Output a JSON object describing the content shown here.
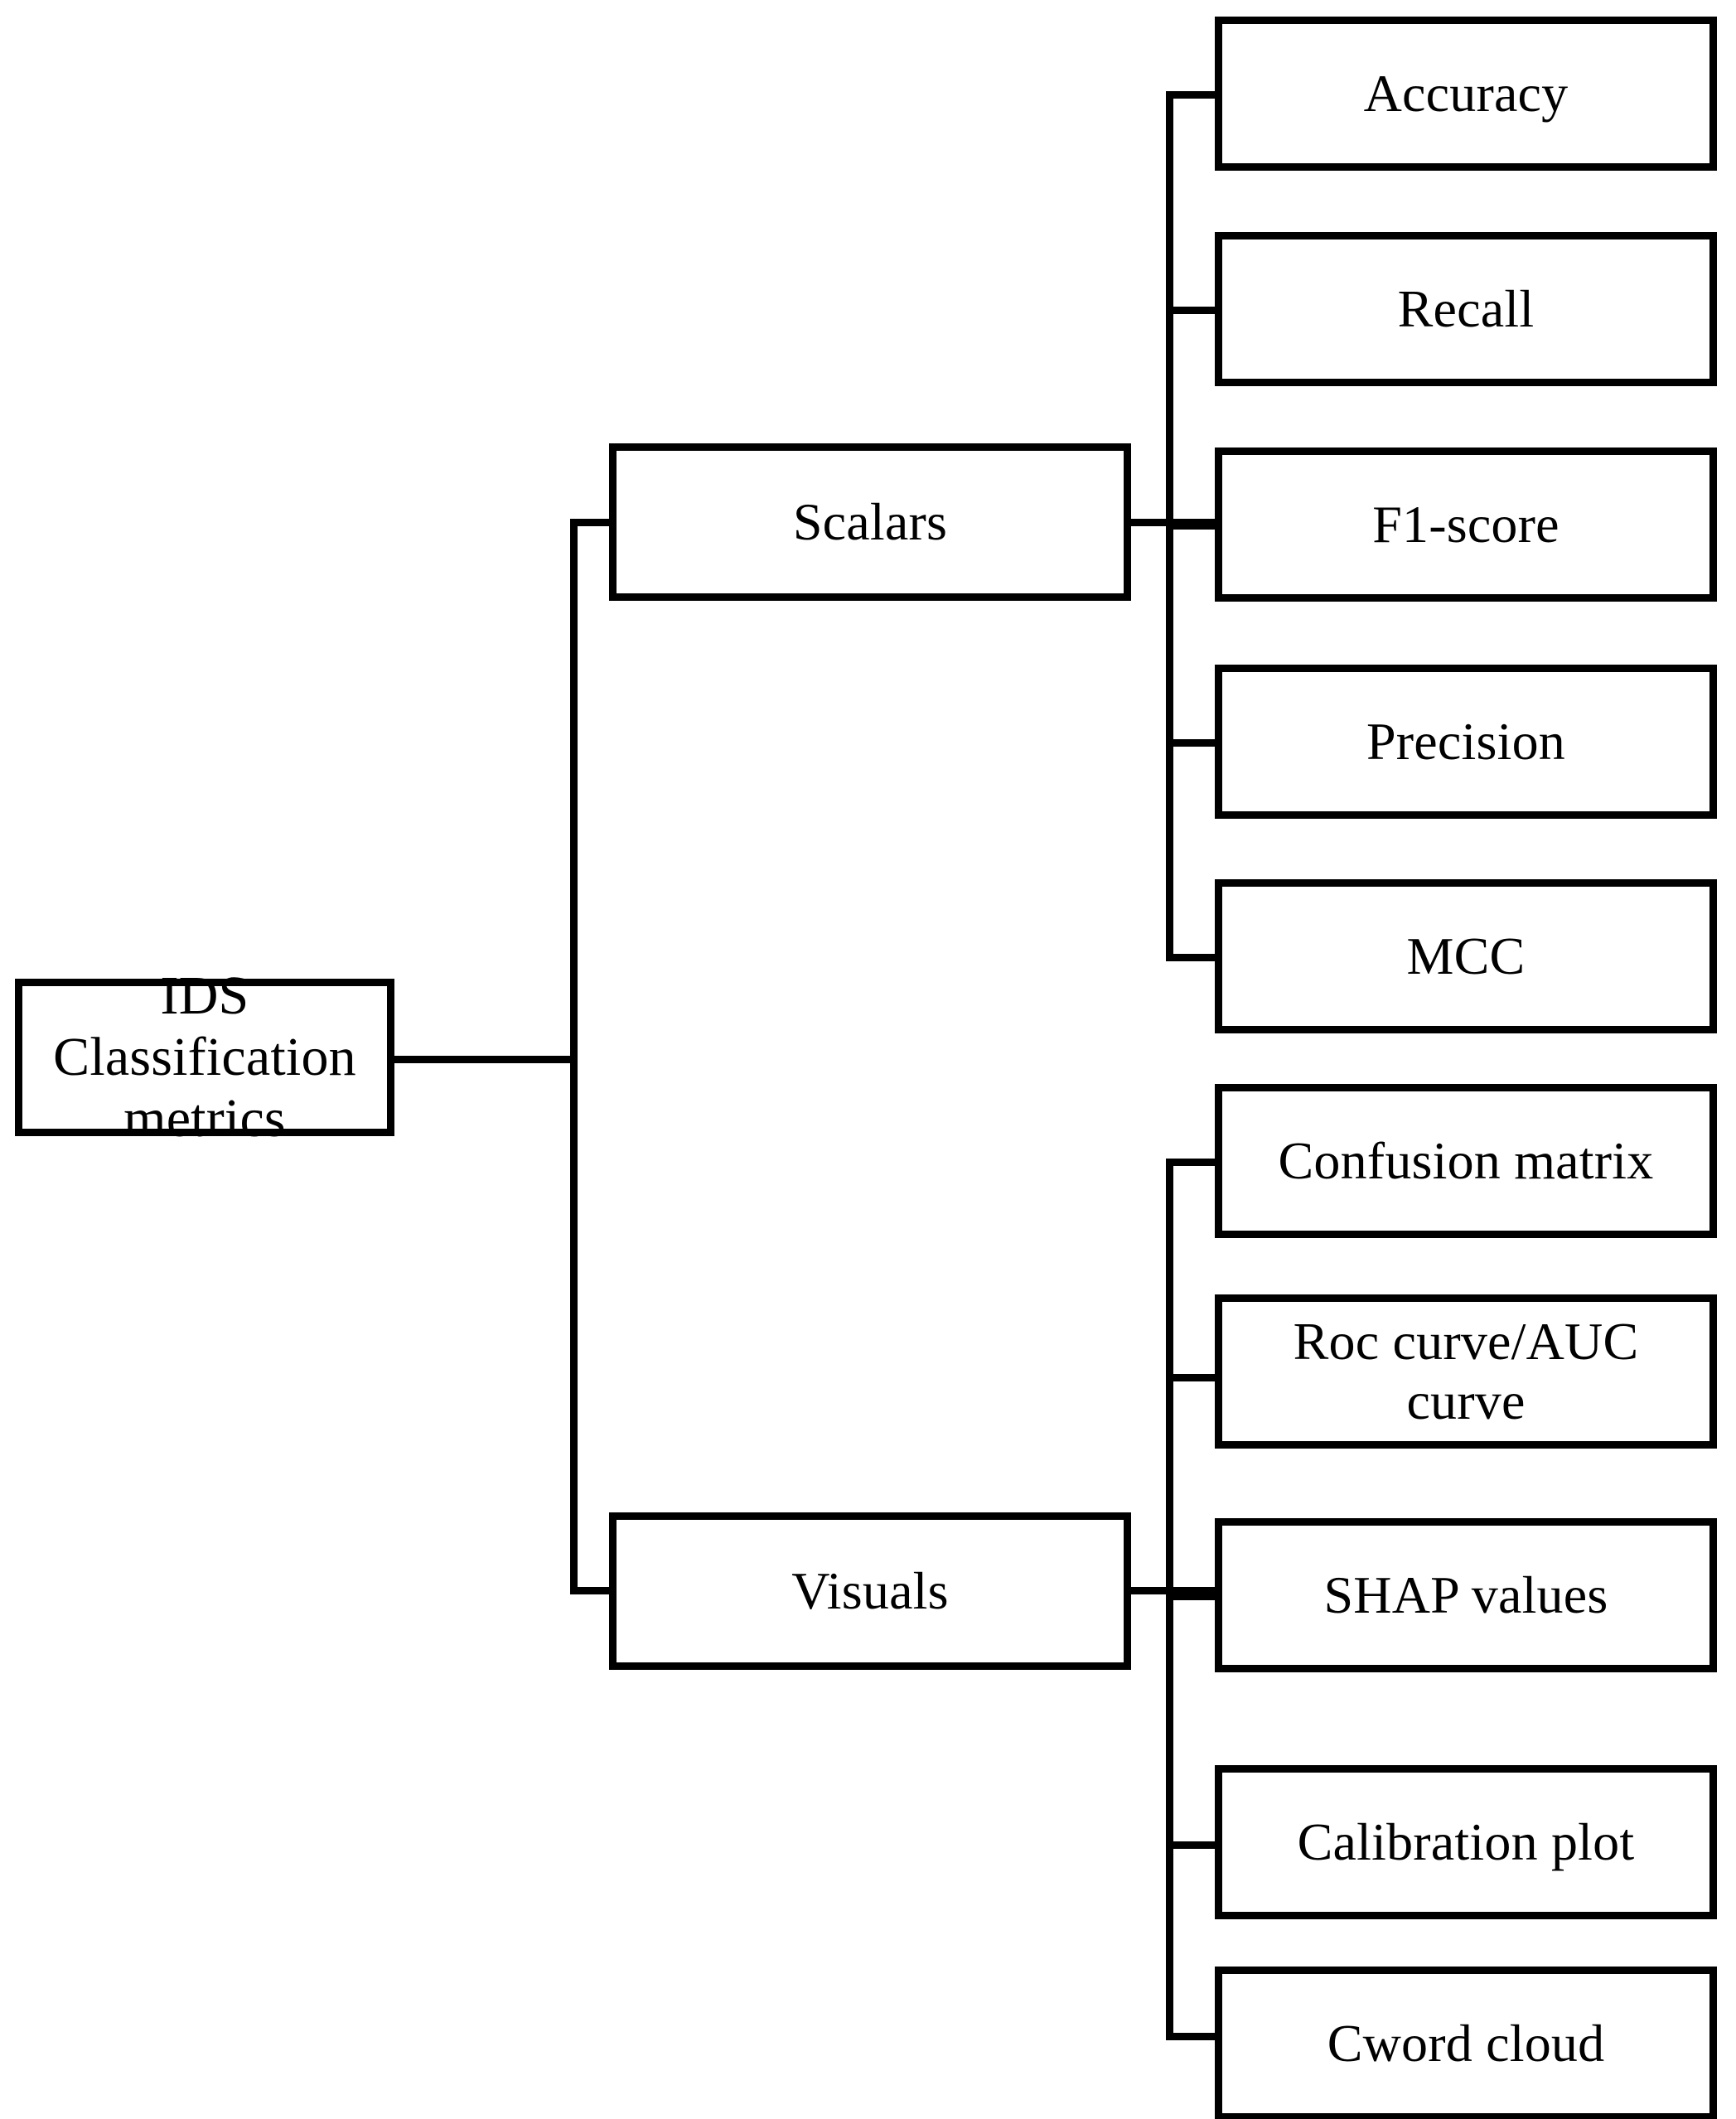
{
  "diagram": {
    "type": "tree",
    "orientation": "left-to-right",
    "root": {
      "id": "ids-classification-metrics",
      "label": "IDS Classification\nmetrics"
    },
    "branches": [
      {
        "id": "scalars",
        "label": "Scalars",
        "children": [
          {
            "id": "accuracy",
            "label": "Accuracy"
          },
          {
            "id": "recall",
            "label": "Recall"
          },
          {
            "id": "f1-score",
            "label": "F1-score"
          },
          {
            "id": "precision",
            "label": "Precision"
          },
          {
            "id": "mcc",
            "label": "MCC"
          }
        ]
      },
      {
        "id": "visuals",
        "label": "Visuals",
        "children": [
          {
            "id": "confusion-matrix",
            "label": "Confusion matrix"
          },
          {
            "id": "roc-curve-auc",
            "label": "Roc curve/AUC\ncurve"
          },
          {
            "id": "shap-values",
            "label": "SHAP values"
          },
          {
            "id": "calibration-plot",
            "label": "Calibration plot"
          },
          {
            "id": "cword-cloud",
            "label": "Cword cloud"
          }
        ]
      }
    ],
    "colors": {
      "background": "#ffffff",
      "stroke": "#000000",
      "text": "#000000",
      "node_fill": "#ffffff"
    }
  }
}
